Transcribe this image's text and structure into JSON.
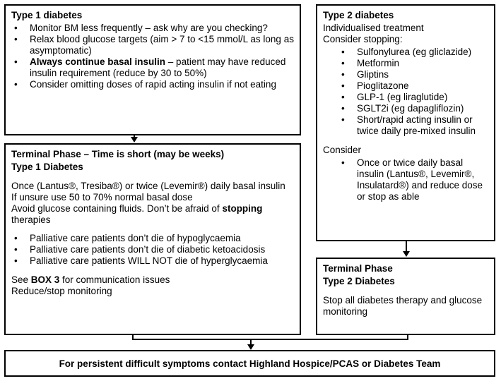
{
  "diagram": {
    "title": "Diabetes management in palliative care flowchart",
    "stroke_color": "#000000",
    "background_color": "#ffffff"
  },
  "boxes": {
    "type1": {
      "heading": "Type 1 diabetes",
      "bullets": [
        "Monitor BM less frequently – ask why are you checking?",
        "Relax blood glucose targets (aim > 7 to <15 mmol/L as long as asymptomatic)",
        "Always continue basal insulin – patient may have reduced insulin requirement (reduce by 30 to 50%)",
        "Consider omitting doses of rapid acting insulin if not eating"
      ],
      "bullet3_bold_lead": "Always continue basal insulin",
      "bullet3_rest": " – patient may have reduced insulin requirement (reduce by 30 to 50%)"
    },
    "type2": {
      "heading": "Type 2 diabetes",
      "line1": "Individualised treatment",
      "line2": "Consider stopping:",
      "stop_bullets": [
        "Sulfonylurea (eg gliclazide)",
        "Metformin",
        "Gliptins",
        "Pioglitazone",
        "GLP-1 (eg liraglutide)",
        "SGLT2i (eg dapagliflozin)",
        "Short/rapid acting insulin or twice daily pre-mixed insulin"
      ],
      "consider_label": "Consider",
      "consider_bullets": [
        "Once or twice daily basal insulin (Lantus®, Levemir®, Insulatard®) and reduce dose or stop as able"
      ]
    },
    "terminal1": {
      "heading_line1": "Terminal Phase – Time is short (may be weeks)",
      "heading_line2": "Type 1 Diabetes",
      "para1": "Once (Lantus®, Tresiba®) or twice (Levemir®) daily basal insulin",
      "para2": "If unsure use 50 to 70% normal basal dose",
      "para3_pre": "Avoid glucose containing fluids. Don’t be afraid of ",
      "para3_bold": "stopping",
      "para3_post": " therapies",
      "bullets": [
        "Palliative care patients don’t die of hypoglycaemia",
        "Palliative care patients don’t die of diabetic ketoacidosis",
        "Palliative care patients WILL NOT die of hyperglycaemia"
      ],
      "footer_line1_pre": "See ",
      "footer_line1_bold": "BOX 3",
      "footer_line1_post": " for communication issues",
      "footer_line2": "Reduce/stop monitoring"
    },
    "terminal2": {
      "heading_line1": "Terminal Phase",
      "heading_line2": "Type 2 Diabetes",
      "para1": "Stop all diabetes therapy and glucose monitoring"
    },
    "footer": {
      "text": "For persistent difficult symptoms contact Highland Hospice/PCAS or Diabetes Team"
    }
  },
  "connectors": {
    "type1_to_terminal1": "arrow-down",
    "type2_to_terminal2": "arrow-down",
    "both_to_footer": "merge-arrow-down"
  }
}
